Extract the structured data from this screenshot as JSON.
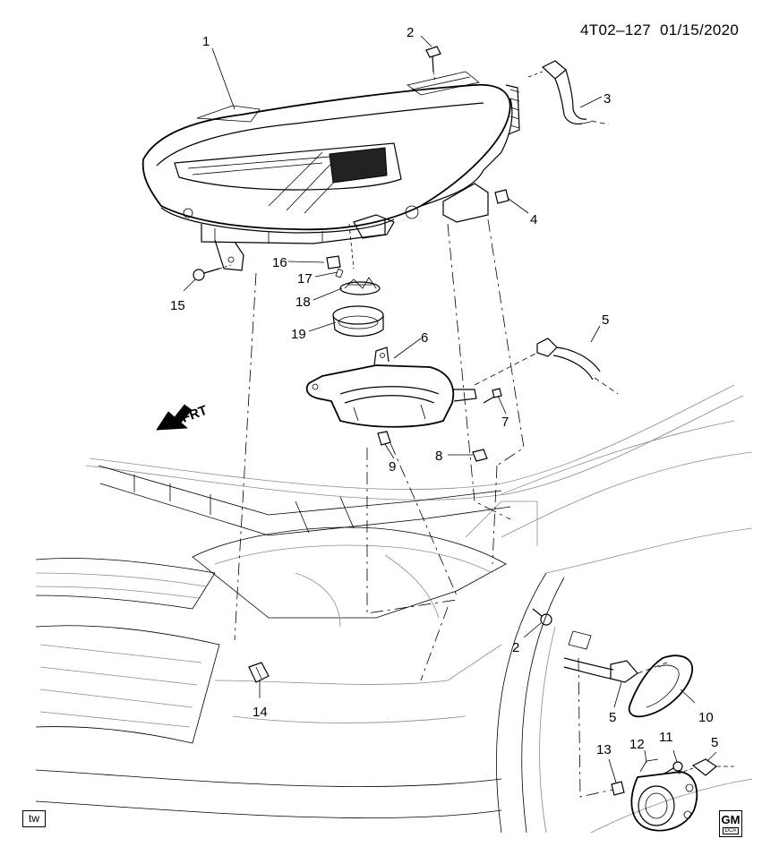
{
  "diagram": {
    "code": "4T02–127",
    "date": "01/15/2020",
    "frt_label": "FRT",
    "tw_label": "tw",
    "badge_main": "GM",
    "badge_sub": "DCA"
  },
  "callouts": [
    {
      "id": "c1",
      "label": "1"
    },
    {
      "id": "c2a",
      "label": "2"
    },
    {
      "id": "c3",
      "label": "3"
    },
    {
      "id": "c4",
      "label": "4"
    },
    {
      "id": "c5a",
      "label": "5"
    },
    {
      "id": "c6",
      "label": "6"
    },
    {
      "id": "c7",
      "label": "7"
    },
    {
      "id": "c8",
      "label": "8"
    },
    {
      "id": "c9",
      "label": "9"
    },
    {
      "id": "c15",
      "label": "15"
    },
    {
      "id": "c16",
      "label": "16"
    },
    {
      "id": "c17",
      "label": "17"
    },
    {
      "id": "c18",
      "label": "18"
    },
    {
      "id": "c19",
      "label": "19"
    },
    {
      "id": "c2b",
      "label": "2"
    },
    {
      "id": "c14",
      "label": "14"
    },
    {
      "id": "c5b",
      "label": "5"
    },
    {
      "id": "c10",
      "label": "10"
    },
    {
      "id": "c11",
      "label": "11"
    },
    {
      "id": "c5c",
      "label": "5"
    },
    {
      "id": "c12",
      "label": "12"
    },
    {
      "id": "c13",
      "label": "13"
    }
  ]
}
